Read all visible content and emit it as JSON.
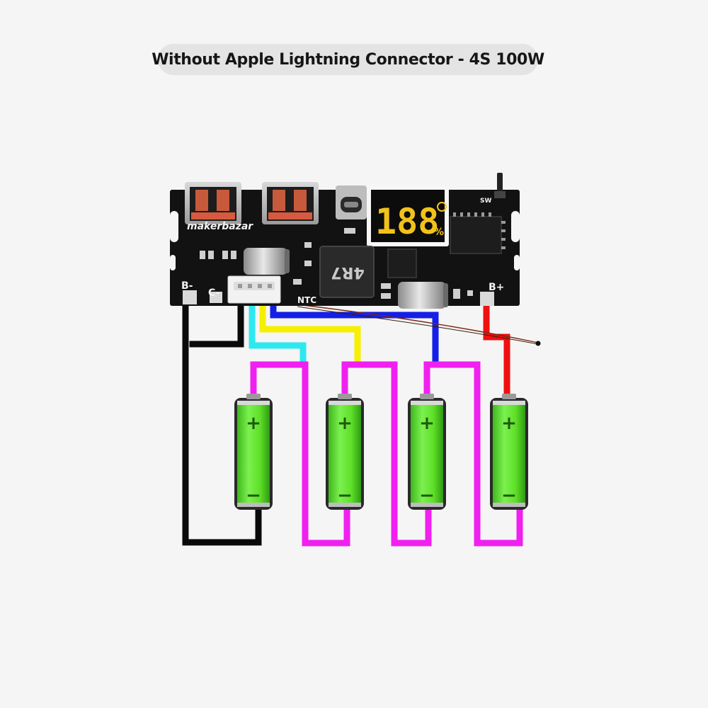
{
  "title": "Without Apple Lightning Connector - 4S 100W",
  "board": {
    "brand": "makerbazar",
    "display_digits": "188",
    "display_unit": "%",
    "inductor_code": "4R7",
    "label_b_minus": "B-",
    "label_c_minus": "C-",
    "label_b_plus": "B+",
    "label_ntc": "NTC",
    "label_sw": "SW"
  },
  "battery": {
    "plus_symbol": "+",
    "minus_symbol": "−"
  },
  "wire_colors": {
    "black": "#0a0a0a",
    "cyan": "#2ee8f0",
    "yellow": "#f6f000",
    "blue": "#1420e6",
    "red": "#f01010",
    "magenta": "#f020f0"
  },
  "colors": {
    "pcb": "#121212",
    "display": "#f2c21a",
    "battery_green": "#5ee027"
  }
}
